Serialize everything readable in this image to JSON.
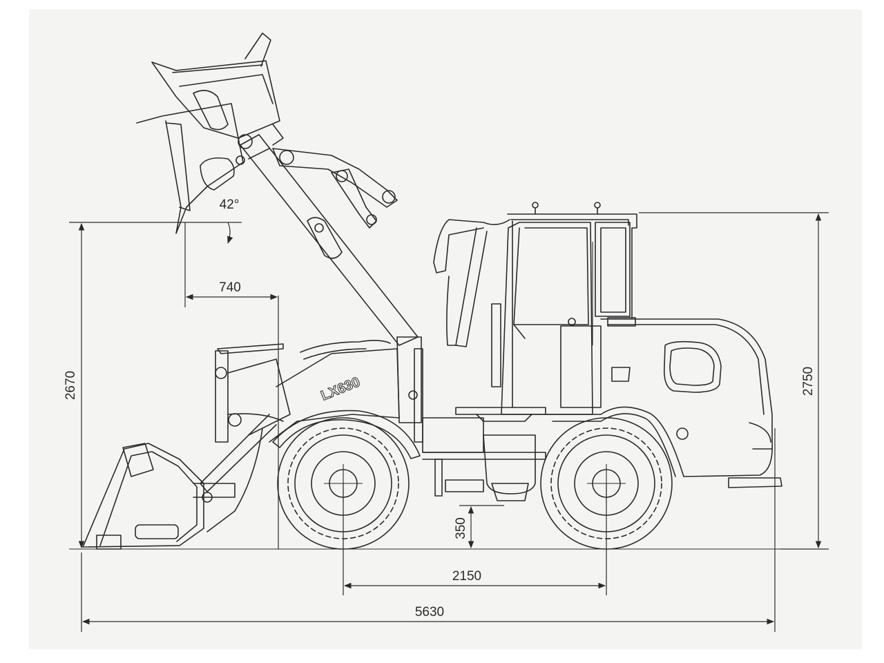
{
  "dimensions": {
    "overall_length": "5630",
    "wheelbase": "2150",
    "ground_clearance": "350",
    "cab_height": "2750",
    "dump_height": "2670",
    "dump_reach": "740",
    "dump_angle": "42°"
  },
  "loader_branding": "LX630",
  "colors": {
    "line": "#2a2a2a",
    "background": "#f4f4f3"
  }
}
